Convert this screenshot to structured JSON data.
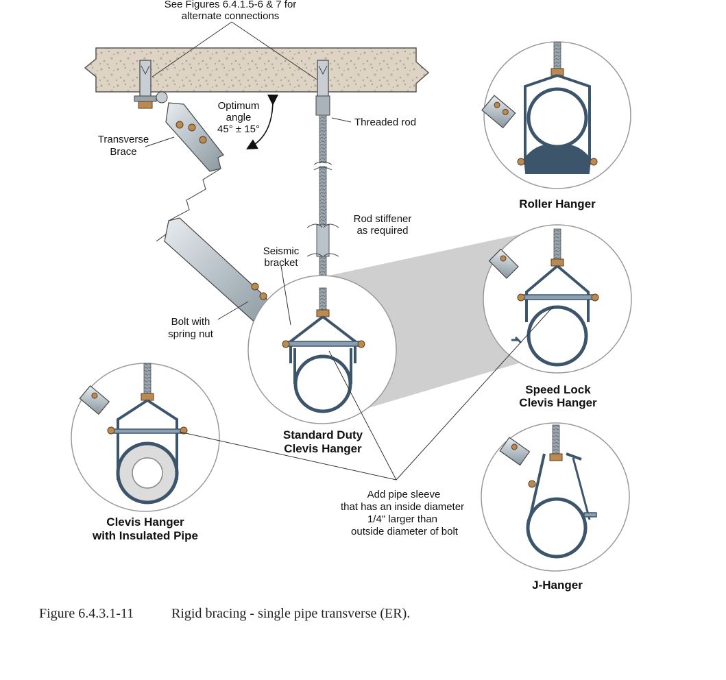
{
  "labels": {
    "figures_note": [
      "See Figures 6.4.1.5-6 & 7 for",
      "alternate connections"
    ],
    "optimum_angle": [
      "Optimum",
      "angle",
      "45° ± 15°"
    ],
    "transverse_brace": [
      "Transverse",
      "Brace"
    ],
    "threaded_rod": "Threaded rod",
    "rod_stiffener": [
      "Rod stiffener",
      "as required"
    ],
    "seismic_bracket": [
      "Seismic",
      "bracket"
    ],
    "bolt_spring_nut": [
      "Bolt with",
      "spring nut"
    ],
    "pipe_sleeve": [
      "Add pipe sleeve",
      "that has an inside diameter",
      "1/4\" larger than",
      "outside diameter of bolt"
    ]
  },
  "hangers": {
    "roller": "Roller Hanger",
    "speed_lock": [
      "Speed Lock",
      "Clevis Hanger"
    ],
    "standard": [
      "Standard Duty",
      "Clevis Hanger"
    ],
    "insulated": [
      "Clevis Hanger",
      "with Insulated Pipe"
    ],
    "j_hanger": "J-Hanger"
  },
  "caption": {
    "number": "Figure 6.4.3.1-11",
    "text": "Rigid bracing - single pipe transverse (ER)."
  },
  "colors": {
    "concrete": "#d8cfc0",
    "steel": "#5f7a92",
    "bronze": "#b98a52",
    "zoom_fill": "#cccccc"
  }
}
